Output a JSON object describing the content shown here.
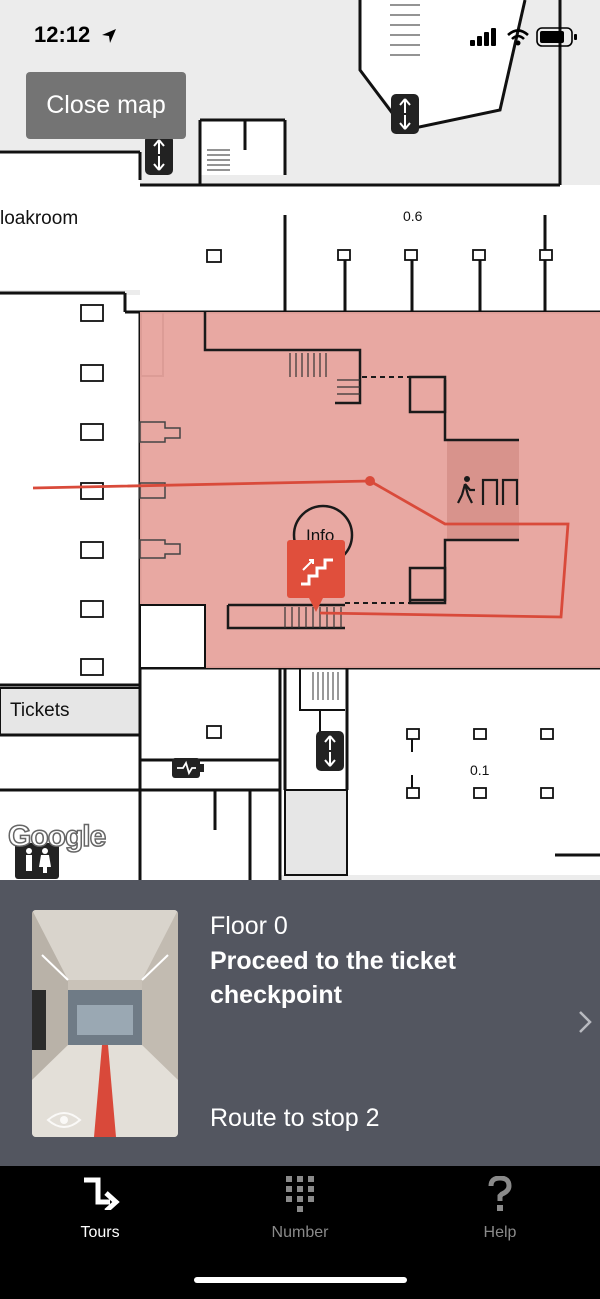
{
  "status_bar": {
    "time": "12:12"
  },
  "map": {
    "close_button": "Close map",
    "labels": {
      "cloakroom": "loakroom",
      "tickets": "Tickets",
      "info": "Info",
      "room_06": "0.6",
      "room_01": "0.1"
    },
    "google": "Google",
    "colors": {
      "highlight": "#e8a49e",
      "route": "#d94a3a",
      "marker": "#e04f3c"
    },
    "icons": [
      "elevator-icon",
      "stairs-icon",
      "exit-icon",
      "restroom-icon",
      "charging-icon"
    ]
  },
  "step_card": {
    "floor": "Floor 0",
    "instruction": "Proceed to the ticket checkpoint",
    "route": "Route to stop 2"
  },
  "tabbar": {
    "tabs": [
      {
        "label": "Tours",
        "icon": "tours-icon",
        "active": true
      },
      {
        "label": "Number",
        "icon": "keypad-icon",
        "active": false
      },
      {
        "label": "Help",
        "icon": "help-icon",
        "active": false
      }
    ],
    "active_color": "#ffffff",
    "inactive_color": "#8a8a8a"
  }
}
